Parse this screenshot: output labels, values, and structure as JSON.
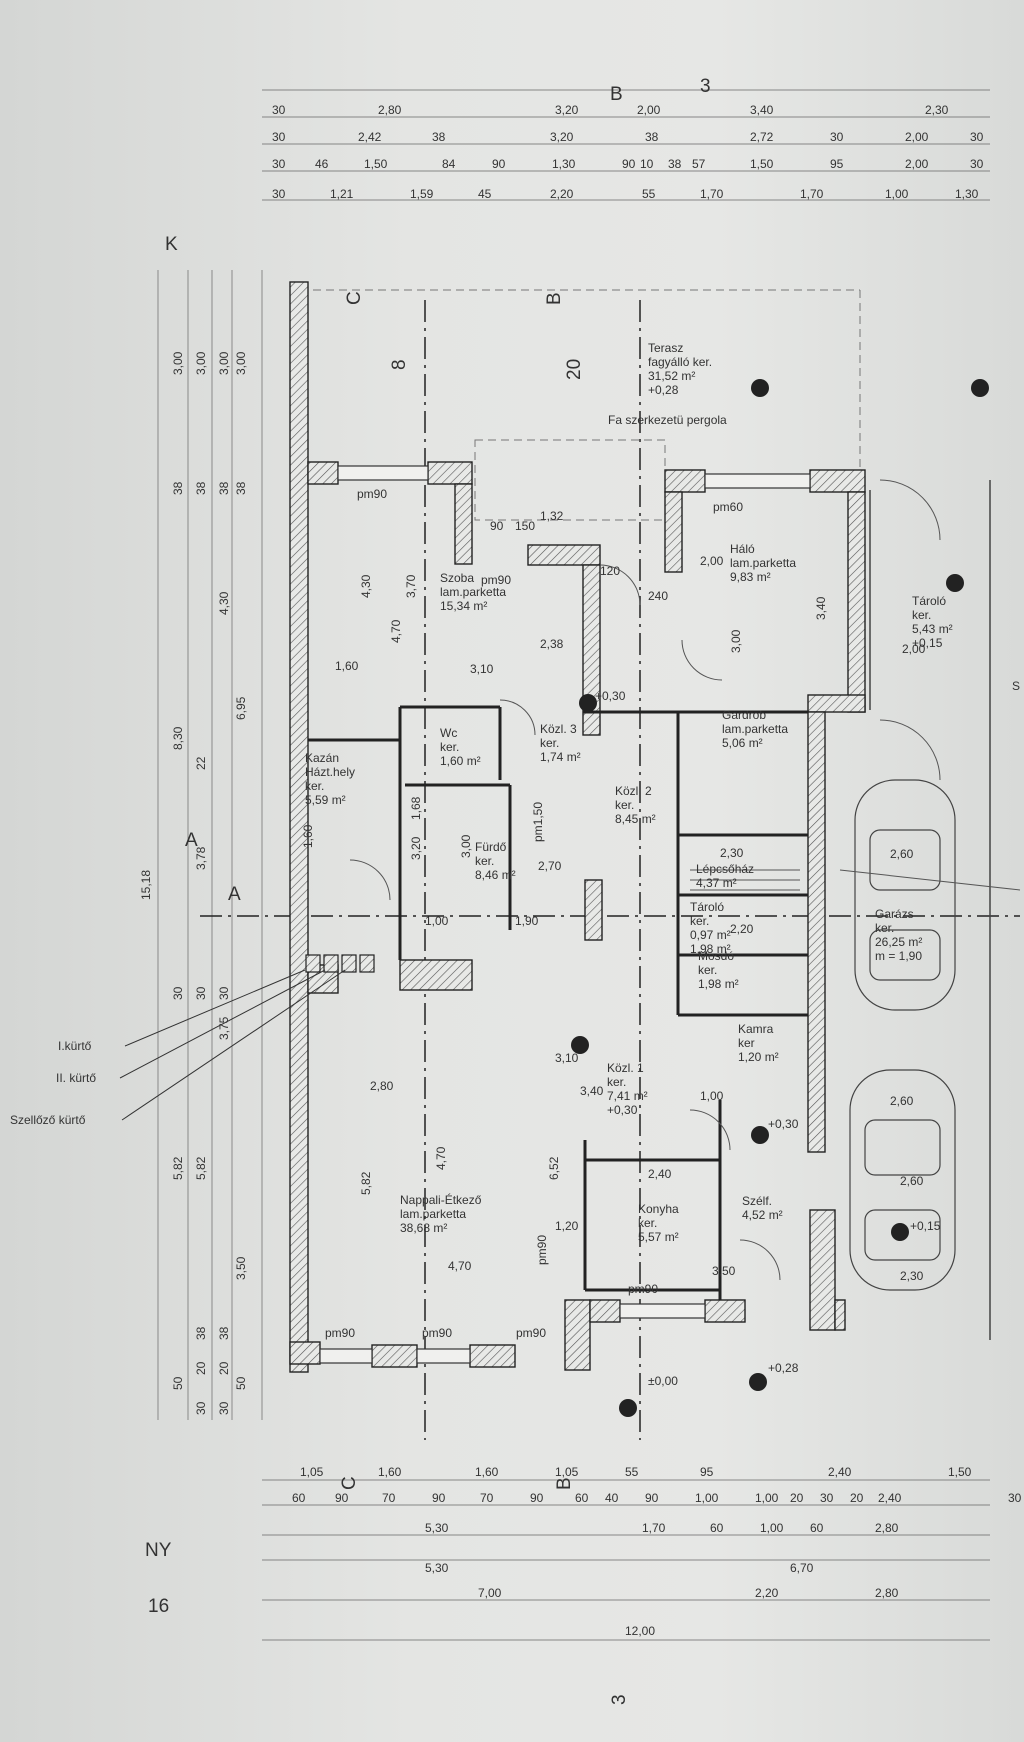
{
  "sheet": {
    "orientation_north": "K",
    "orientation_west": "NY",
    "page_number": "16"
  },
  "axes": {
    "a": "A",
    "b": "B",
    "c": "C",
    "b_num": "20",
    "c_num": "8",
    "bottom_b": "B",
    "bottom_c": "C",
    "three": "3"
  },
  "top_dims": {
    "row1": [
      "30",
      "2,80",
      "3,20",
      "2,00",
      "3,40",
      "2,30"
    ],
    "row2": [
      "30",
      "2,42",
      "38",
      "3,20",
      "38",
      "2,72",
      "30",
      "2,00",
      "30"
    ],
    "row3": [
      "30",
      "46",
      "1,50",
      "84",
      "90",
      "1,30",
      "90",
      "10",
      "38",
      "57",
      "1,50",
      "95",
      "2,00",
      "30"
    ],
    "row4": [
      "30",
      "1,21",
      "1,59",
      "45",
      "2,20",
      "55",
      "1,70",
      "1,70",
      "1,00",
      "1,30"
    ]
  },
  "bottom_dims": {
    "row1": [
      "1,05",
      "1,60",
      "1,60",
      "1,05",
      "55",
      "95",
      "2,40",
      "1,50"
    ],
    "row2": [
      "60",
      "90",
      "70",
      "90",
      "70",
      "90",
      "60",
      "40",
      "90",
      "1,00",
      "1,00",
      "20",
      "30",
      "20",
      "2,40",
      "30"
    ],
    "row3": [
      "5,30",
      "1,70",
      "60",
      "1,00",
      "60",
      "2,80"
    ],
    "row4": [
      "5,30",
      "6,70"
    ],
    "row5": [
      "7,00",
      "2,20",
      "2,80"
    ],
    "row6": [
      "12,00"
    ]
  },
  "left_dims": {
    "outer": "15,18",
    "col2": [
      "3,00",
      "38",
      "8,30",
      "30",
      "5,82",
      "50"
    ],
    "col3": [
      "3,00",
      "38",
      "22",
      "3,78",
      "30",
      "5,82",
      "38",
      "20",
      "30"
    ],
    "col4": [
      "3,00",
      "38",
      "4,30",
      "30",
      "3,75",
      "38",
      "20",
      "30"
    ],
    "col5": [
      "3,00",
      "38",
      "6,95",
      "3,50",
      "50"
    ]
  },
  "rooms": {
    "terasz": {
      "name": "Terasz",
      "floor": "fagyálló ker.",
      "area": "31,52 m²",
      "level": "+0,28"
    },
    "pergola": {
      "name": "Fa szerkezetü pergola"
    },
    "szoba": {
      "name": "Szoba",
      "floor": "lam.parketta",
      "area": "15,34 m²"
    },
    "halo": {
      "name": "Háló",
      "floor": "lam.parketta",
      "area": "9,83 m²"
    },
    "tarolo1": {
      "name": "Tároló",
      "floor": "ker.",
      "area": "5,43 m²",
      "level": "+0,15"
    },
    "wc": {
      "name": "Wc",
      "floor": "ker.",
      "area": "1,60 m²"
    },
    "kozl3": {
      "name": "Közl. 3",
      "floor": "ker.",
      "area": "1,74 m²"
    },
    "kazan": {
      "name": "Kazán",
      "name2": "Házt.hely",
      "floor": "ker.",
      "area": "5,59 m²"
    },
    "gardrob": {
      "name": "Gardrob",
      "floor": "lam.parketta",
      "area": "5,06 m²"
    },
    "kozl2": {
      "name": "Közl. 2",
      "floor": "ker.",
      "area": "8,45 m²"
    },
    "furdo": {
      "name": "Fürdő",
      "floor": "ker.",
      "area": "8,46 m²"
    },
    "lepcsohaz": {
      "name": "Lépcsőház",
      "area": "4,37 m²"
    },
    "tarolo2": {
      "name": "Tároló",
      "floor": "ker.",
      "area": "0,97 m²",
      "area2": "1,98 m²"
    },
    "garazs": {
      "name": "Garázs",
      "floor": "ker.",
      "area": "26,25 m²",
      "height": "m = 1,90"
    },
    "mosdo": {
      "name": "Mosdó",
      "floor": "ker.",
      "area": "1,98 m²"
    },
    "kamra": {
      "name": "Kamra",
      "floor": "ker",
      "area": "1,20 m²"
    },
    "kozl1": {
      "name": "Közl. 1",
      "floor": "ker.",
      "area": "7,41 m²",
      "level": "+0,30"
    },
    "nappali": {
      "name": "Nappali-Étkező",
      "floor": "lam.parketta",
      "area": "38,68 m²"
    },
    "konyha": {
      "name": "Konyha",
      "floor": "ker.",
      "area": "5,57 m²"
    },
    "szelf": {
      "name": "Szélf.",
      "area": "4,52 m²"
    }
  },
  "legend": {
    "kurto1": "I.kürtő",
    "kurto2": "II. kürtő",
    "szellozo": "Szellőző kürtő",
    "edge_label": "S"
  },
  "levels": {
    "l1": "+0,30",
    "l2": "+0,30",
    "l3": "+0,28",
    "l4": "±0,00",
    "l5": "+0,15"
  },
  "openings": [
    "pm90",
    "pm90",
    "pm60",
    "pm90",
    "pm90",
    "pm90",
    "pm90",
    "pm1,50",
    "pm90"
  ],
  "inner_dims": [
    "3,70",
    "4,30",
    "4,70",
    "1,60",
    "3,10",
    "2,38",
    "1,32",
    "150",
    "90",
    "120",
    "240",
    "2,00",
    "3,40",
    "3,00",
    "2,00",
    "1,68",
    "3,20",
    "1,60",
    "3,00",
    "2,70",
    "1,00",
    "1,90",
    "2,80",
    "3,40",
    "3,10",
    "6,52",
    "4,70",
    "5,82",
    "4,70",
    "1,20",
    "2,40",
    "3,50",
    "1,00",
    "2,60",
    "2,60",
    "2,60",
    "2,30",
    "2,30",
    "2,20"
  ]
}
